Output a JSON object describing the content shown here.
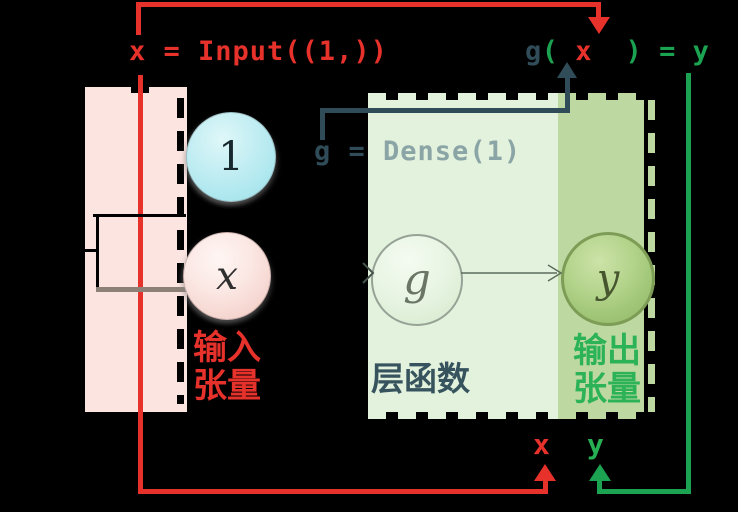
{
  "colors": {
    "red": "#e7312b",
    "green": "#1ca351",
    "dark_slate": "#2f4c58",
    "gray": "#8ba4a6",
    "pink_fill": "#fce4e1",
    "layer_fill": "#e3f2dd",
    "output_fill": "#bdd8a0"
  },
  "equations": {
    "input": "x = Input((1,))",
    "call_fn": "g",
    "call_open": "( ",
    "call_arg": "x",
    "call_close": "  ) = y",
    "dense_lhs": "g =",
    "dense_rhs": " Dense(1)"
  },
  "nodes": {
    "one": "1",
    "x": "x",
    "g": "g",
    "y": "y"
  },
  "labels": {
    "input_tensor_line1": "输入",
    "input_tensor_line2": "张量",
    "layer_fn": "层函数",
    "output_tensor_line1": "输出",
    "output_tensor_line2": "张量",
    "bottom_x": "x",
    "bottom_y": "y"
  }
}
